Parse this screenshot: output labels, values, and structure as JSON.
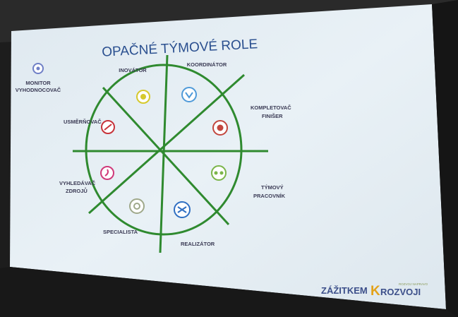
{
  "slide": {
    "title": "OPAČNÉ TÝMOVÉ ROLE",
    "roles": {
      "monitor_line1": "MONITOR",
      "monitor_line2": "VYHODNOCOVAČ",
      "inovator": "INOVÁTOR",
      "koordinator": "KOORDINÁTOR",
      "kompletovac_line1": "KOMPLETOVAČ",
      "kompletovac_line2": "FINIŠER",
      "usmernovac": "USMĚRŇOVAČ",
      "vyhledavac_line1": "VYHLEDÁVAČ",
      "vyhledavac_line2": "ZDROJŮ",
      "tymovy_line1": "TÝMOVÝ",
      "tymovy_line2": "PRACOVNÍK",
      "specialista": "SPECIALISTA",
      "realizator": "REALIZÁTOR"
    },
    "logo": {
      "word1": "ZÁŽITKEM",
      "letter": "K",
      "word2": "ROZVOJI",
      "small": "ROZVOJ NAPRAVO"
    }
  },
  "colors": {
    "screen": "#e6f0f6",
    "line": "#2f8a2f",
    "title": "#2a4f8f",
    "label": "#3b3b55",
    "logo_accent": "#e3a21a"
  },
  "icons": [
    "monitor-icon",
    "inovator-icon",
    "koordinator-icon",
    "kompletovac-icon",
    "usmernovac-icon",
    "tymovy-pracovnik-icon",
    "vyhledavac-icon",
    "specialista-icon",
    "realizator-icon"
  ]
}
